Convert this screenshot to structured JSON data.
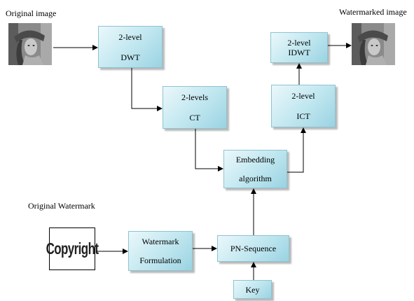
{
  "captions": {
    "original_image": "Original image",
    "watermarked_image": "Watermarked image",
    "original_watermark": "Original Watermark"
  },
  "watermark_logo_text": "Copyright",
  "boxes": {
    "dwt": [
      "2-level",
      "DWT"
    ],
    "ct": [
      "2-levels",
      "CT"
    ],
    "embedding": [
      "Embedding",
      "algorithm"
    ],
    "ict": [
      "2-level",
      "ICT"
    ],
    "idwt": [
      "2-level",
      "IDWT"
    ],
    "formulation": [
      "Watermark",
      "Formulation"
    ],
    "pn": [
      "PN-Sequence"
    ],
    "key": [
      "Key"
    ]
  },
  "colors": {
    "box_light": "#eaf8fb",
    "box_dark": "#9ad3e2",
    "arrow": "#000000"
  }
}
